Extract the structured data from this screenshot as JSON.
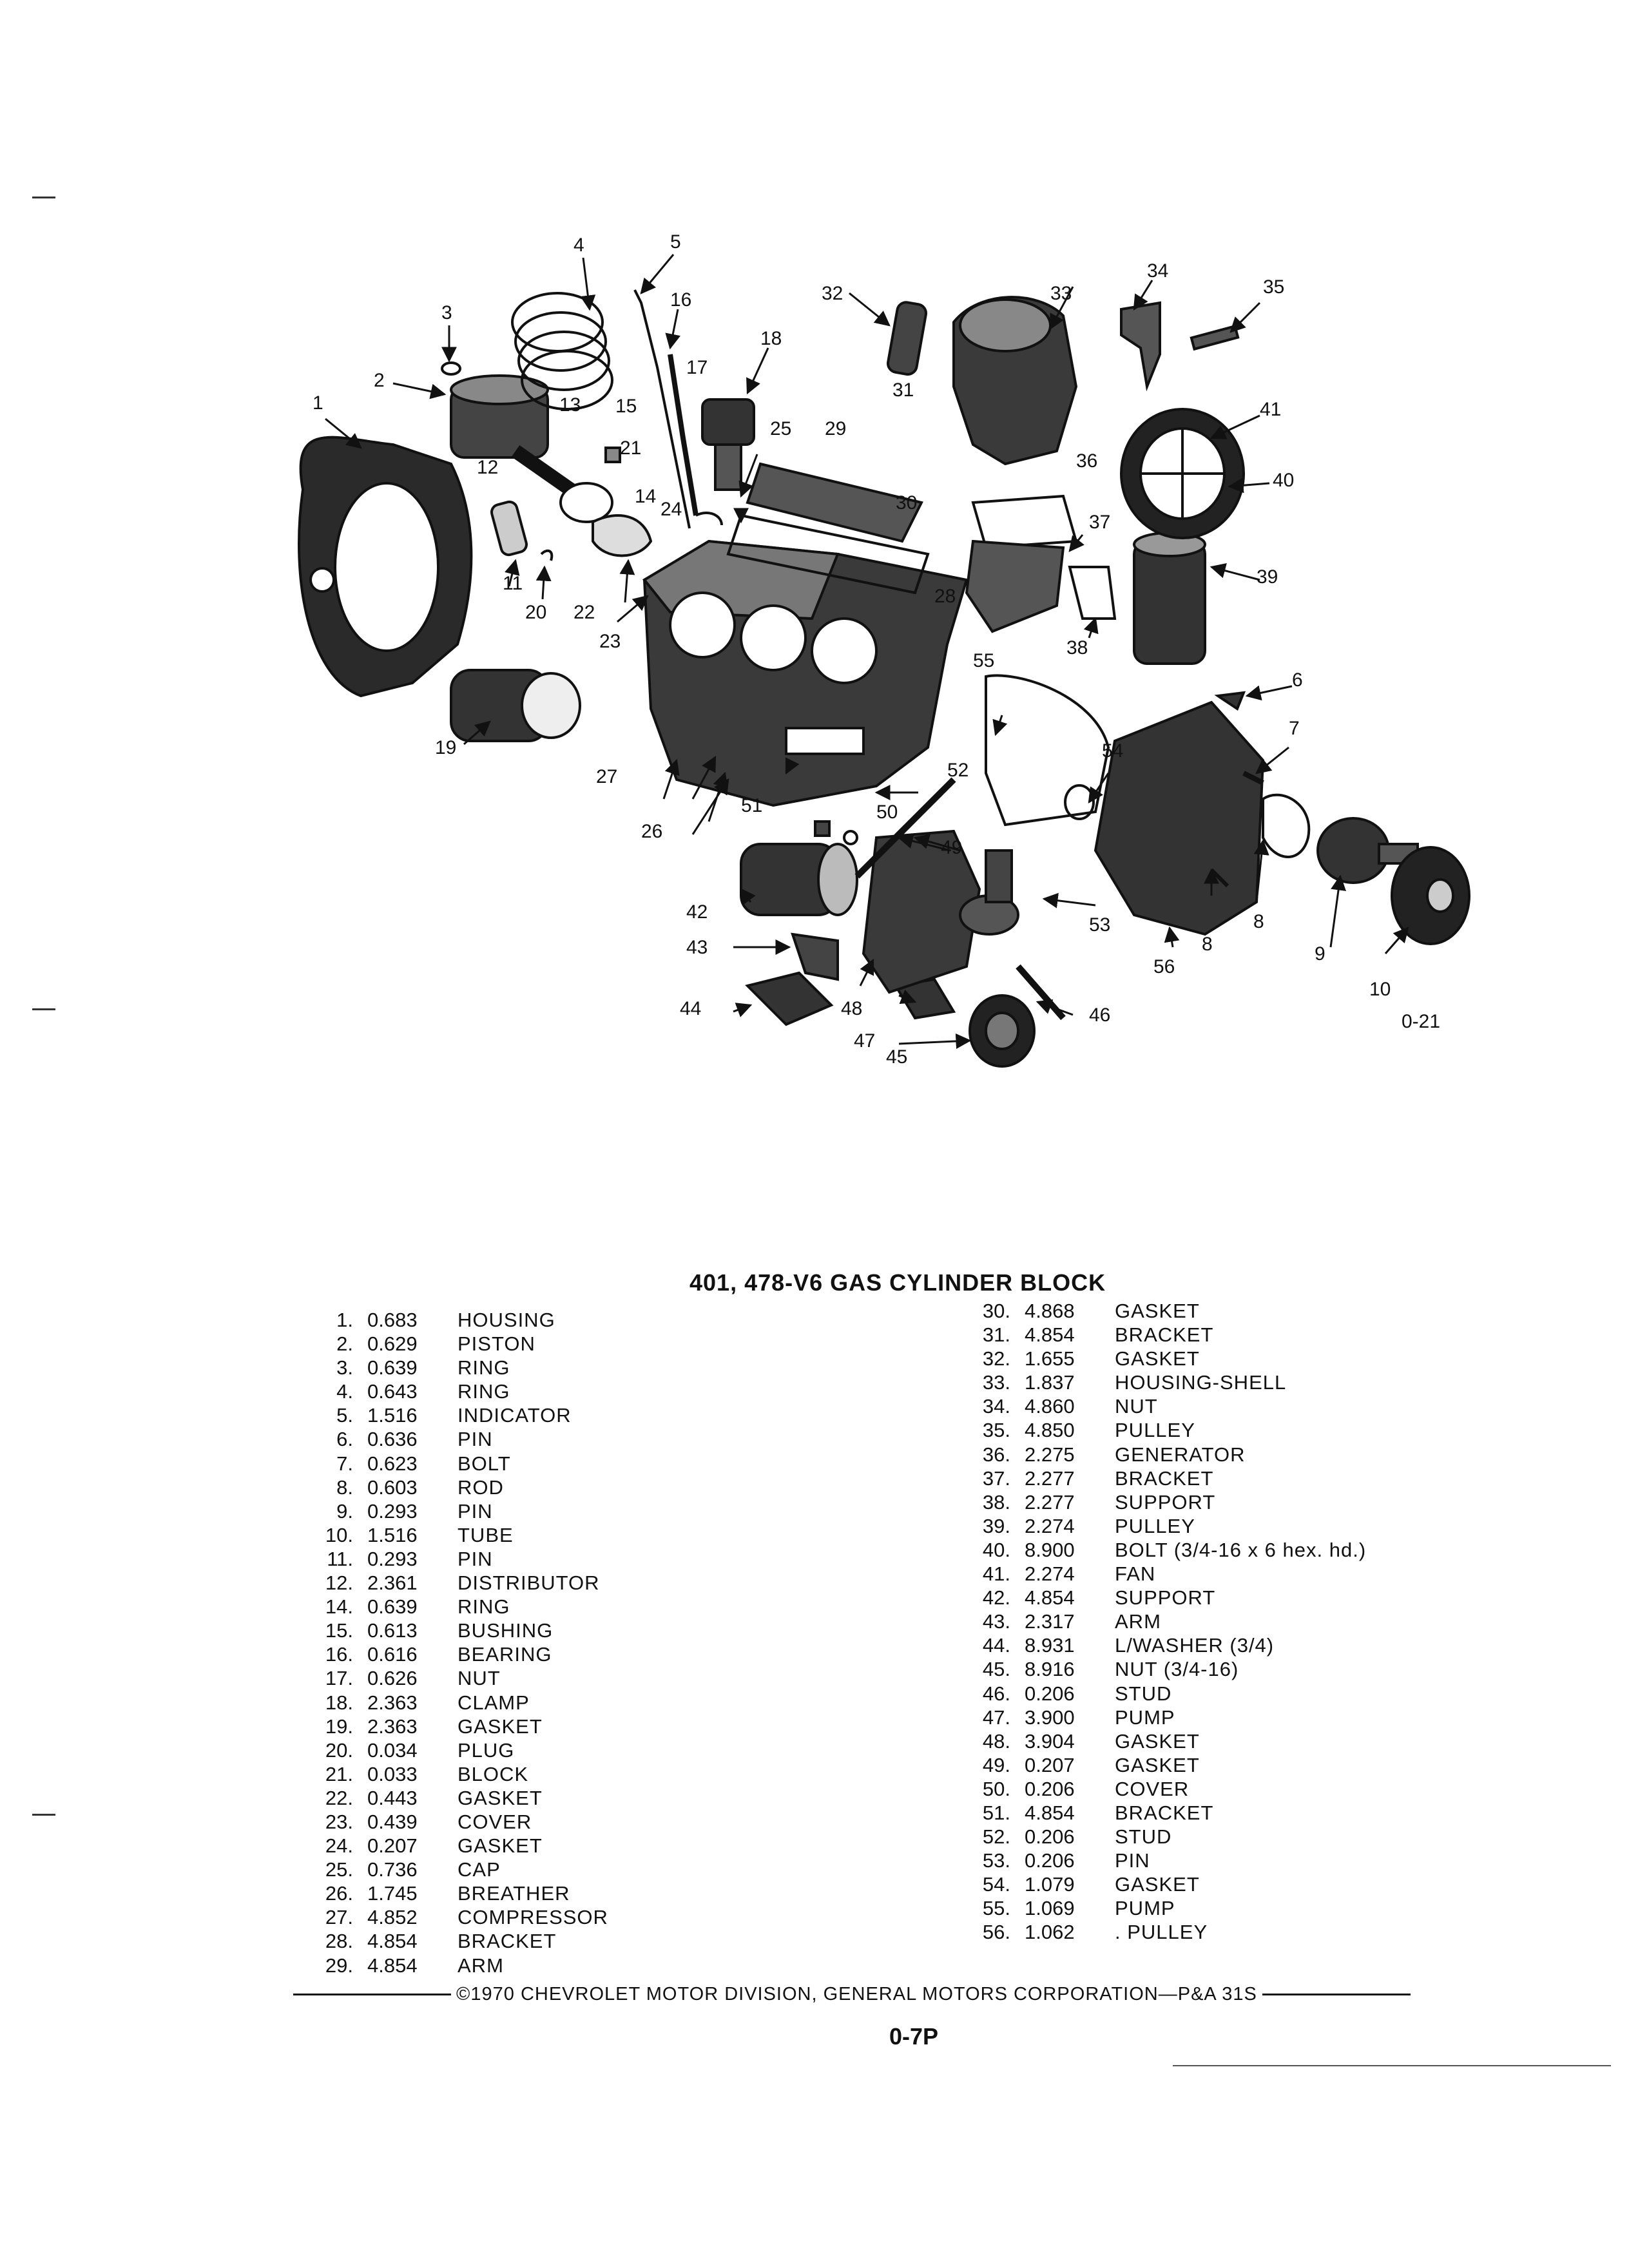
{
  "figure": {
    "id_label": "0-21",
    "callouts": [
      "1",
      "2",
      "3",
      "4",
      "5",
      "6",
      "7",
      "8",
      "8",
      "9",
      "10",
      "11",
      "12",
      "13",
      "14",
      "15",
      "16",
      "17",
      "18",
      "19",
      "20",
      "21",
      "22",
      "23",
      "24",
      "25",
      "26",
      "27",
      "28",
      "29",
      "30",
      "31",
      "32",
      "33",
      "34",
      "35",
      "36",
      "37",
      "38",
      "39",
      "40",
      "41",
      "42",
      "43",
      "44",
      "45",
      "46",
      "47",
      "48",
      "49",
      "50",
      "51",
      "52",
      "53",
      "54",
      "55",
      "56"
    ]
  },
  "title": "401, 478-V6 GAS CYLINDER BLOCK",
  "parts_left": [
    {
      "num": "1.",
      "code": "0.683",
      "desc": "HOUSING"
    },
    {
      "num": "2.",
      "code": "0.629",
      "desc": "PISTON"
    },
    {
      "num": "3.",
      "code": "0.639",
      "desc": "RING"
    },
    {
      "num": "4.",
      "code": "0.643",
      "desc": "RING"
    },
    {
      "num": "5.",
      "code": "1.516",
      "desc": "INDICATOR"
    },
    {
      "num": "6.",
      "code": "0.636",
      "desc": "PIN"
    },
    {
      "num": "7.",
      "code": "0.623",
      "desc": "BOLT"
    },
    {
      "num": "8.",
      "code": "0.603",
      "desc": "ROD"
    },
    {
      "num": "9.",
      "code": "0.293",
      "desc": "PIN"
    },
    {
      "num": "10.",
      "code": "1.516",
      "desc": "TUBE"
    },
    {
      "num": "11.",
      "code": "0.293",
      "desc": "PIN"
    },
    {
      "num": "12.",
      "code": "2.361",
      "desc": "DISTRIBUTOR"
    },
    {
      "num": "14.",
      "code": "0.639",
      "desc": "RING"
    },
    {
      "num": "15.",
      "code": "0.613",
      "desc": "BUSHING"
    },
    {
      "num": "16.",
      "code": "0.616",
      "desc": "BEARING"
    },
    {
      "num": "17.",
      "code": "0.626",
      "desc": "NUT"
    },
    {
      "num": "18.",
      "code": "2.363",
      "desc": "CLAMP"
    },
    {
      "num": "19.",
      "code": "2.363",
      "desc": "GASKET"
    },
    {
      "num": "20.",
      "code": "0.034",
      "desc": "PLUG"
    },
    {
      "num": "21.",
      "code": "0.033",
      "desc": "BLOCK"
    },
    {
      "num": "22.",
      "code": "0.443",
      "desc": "GASKET"
    },
    {
      "num": "23.",
      "code": "0.439",
      "desc": "COVER"
    },
    {
      "num": "24.",
      "code": "0.207",
      "desc": "GASKET"
    },
    {
      "num": "25.",
      "code": "0.736",
      "desc": "CAP"
    },
    {
      "num": "26.",
      "code": "1.745",
      "desc": "BREATHER"
    },
    {
      "num": "27.",
      "code": "4.852",
      "desc": "COMPRESSOR"
    },
    {
      "num": "28.",
      "code": "4.854",
      "desc": "BRACKET"
    },
    {
      "num": "29.",
      "code": "4.854",
      "desc": "ARM"
    }
  ],
  "parts_right": [
    {
      "num": "30.",
      "code": "4.868",
      "desc": "GASKET"
    },
    {
      "num": "31.",
      "code": "4.854",
      "desc": "BRACKET"
    },
    {
      "num": "32.",
      "code": "1.655",
      "desc": "GASKET"
    },
    {
      "num": "33.",
      "code": "1.837",
      "desc": "HOUSING-SHELL"
    },
    {
      "num": "34.",
      "code": "4.860",
      "desc": "NUT"
    },
    {
      "num": "35.",
      "code": "4.850",
      "desc": "PULLEY"
    },
    {
      "num": "36.",
      "code": "2.275",
      "desc": "GENERATOR"
    },
    {
      "num": "37.",
      "code": "2.277",
      "desc": "BRACKET"
    },
    {
      "num": "38.",
      "code": "2.277",
      "desc": "SUPPORT"
    },
    {
      "num": "39.",
      "code": "2.274",
      "desc": "PULLEY"
    },
    {
      "num": "40.",
      "code": "8.900",
      "desc": "BOLT (3/4-16 x 6 hex. hd.)"
    },
    {
      "num": "41.",
      "code": "2.274",
      "desc": "FAN"
    },
    {
      "num": "42.",
      "code": "4.854",
      "desc": "SUPPORT"
    },
    {
      "num": "43.",
      "code": "2.317",
      "desc": "ARM"
    },
    {
      "num": "44.",
      "code": "8.931",
      "desc": "L/WASHER (3/4)"
    },
    {
      "num": "45.",
      "code": "8.916",
      "desc": "NUT (3/4-16)"
    },
    {
      "num": "46.",
      "code": "0.206",
      "desc": "STUD"
    },
    {
      "num": "47.",
      "code": "3.900",
      "desc": "PUMP"
    },
    {
      "num": "48.",
      "code": "3.904",
      "desc": "GASKET"
    },
    {
      "num": "49.",
      "code": "0.207",
      "desc": "GASKET"
    },
    {
      "num": "50.",
      "code": "0.206",
      "desc": "COVER"
    },
    {
      "num": "51.",
      "code": "4.854",
      "desc": "BRACKET"
    },
    {
      "num": "52.",
      "code": "0.206",
      "desc": "STUD"
    },
    {
      "num": "53.",
      "code": "0.206",
      "desc": "PIN"
    },
    {
      "num": "54.",
      "code": "1.079",
      "desc": "GASKET"
    },
    {
      "num": "55.",
      "code": "1.069",
      "desc": "PUMP"
    },
    {
      "num": "56.",
      "code": "1.062",
      "desc": ". PULLEY"
    }
  ],
  "copyright": "©1970 CHEVROLET MOTOR DIVISION, GENERAL MOTORS CORPORATION—P&A 31S",
  "page_number": "0-7P"
}
